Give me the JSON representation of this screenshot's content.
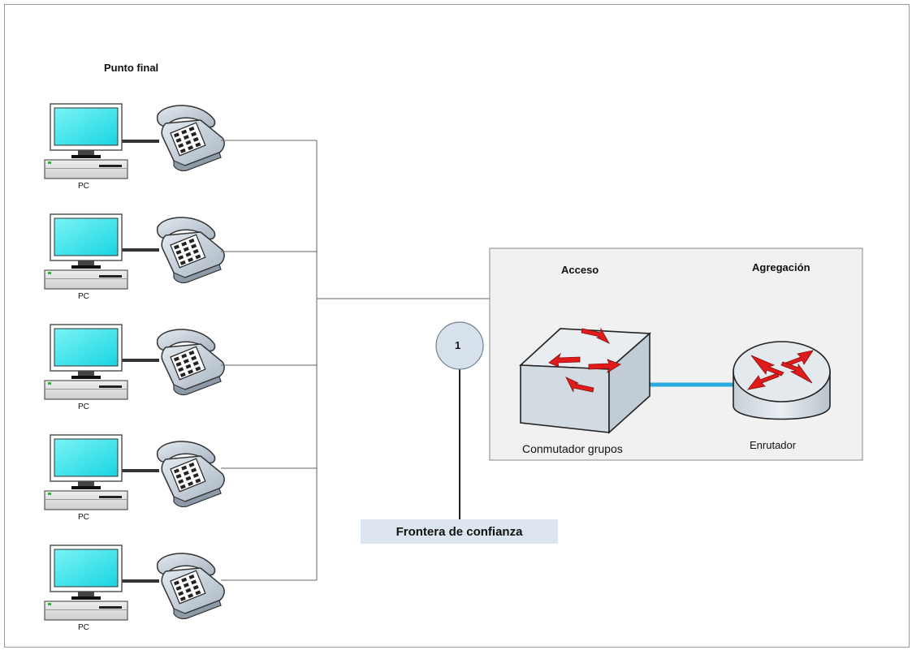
{
  "diagram": {
    "endpoint_title": "Punto final",
    "endpoints": [
      {
        "pc_label": "PC"
      },
      {
        "pc_label": "PC"
      },
      {
        "pc_label": "PC"
      },
      {
        "pc_label": "PC"
      },
      {
        "pc_label": "PC"
      }
    ],
    "access_label": "Acceso",
    "aggregation_label": "Agregación",
    "switch_label": "Conmutador grupos",
    "router_label": "Enrutador",
    "marker_number": "1",
    "trust_boundary_label": "Frontera de confianza",
    "colors": {
      "monitor_screen": "#2ee6ee",
      "phone_body": "#c9d3dd",
      "arrow_red": "#e01b1b",
      "switch_face": "#d7dee6",
      "link_blue": "#2aa8e0",
      "panel_bg": "#f1f1f1",
      "trust_bg": "#dde6f0",
      "marker_bg": "#d6e1ec"
    }
  }
}
